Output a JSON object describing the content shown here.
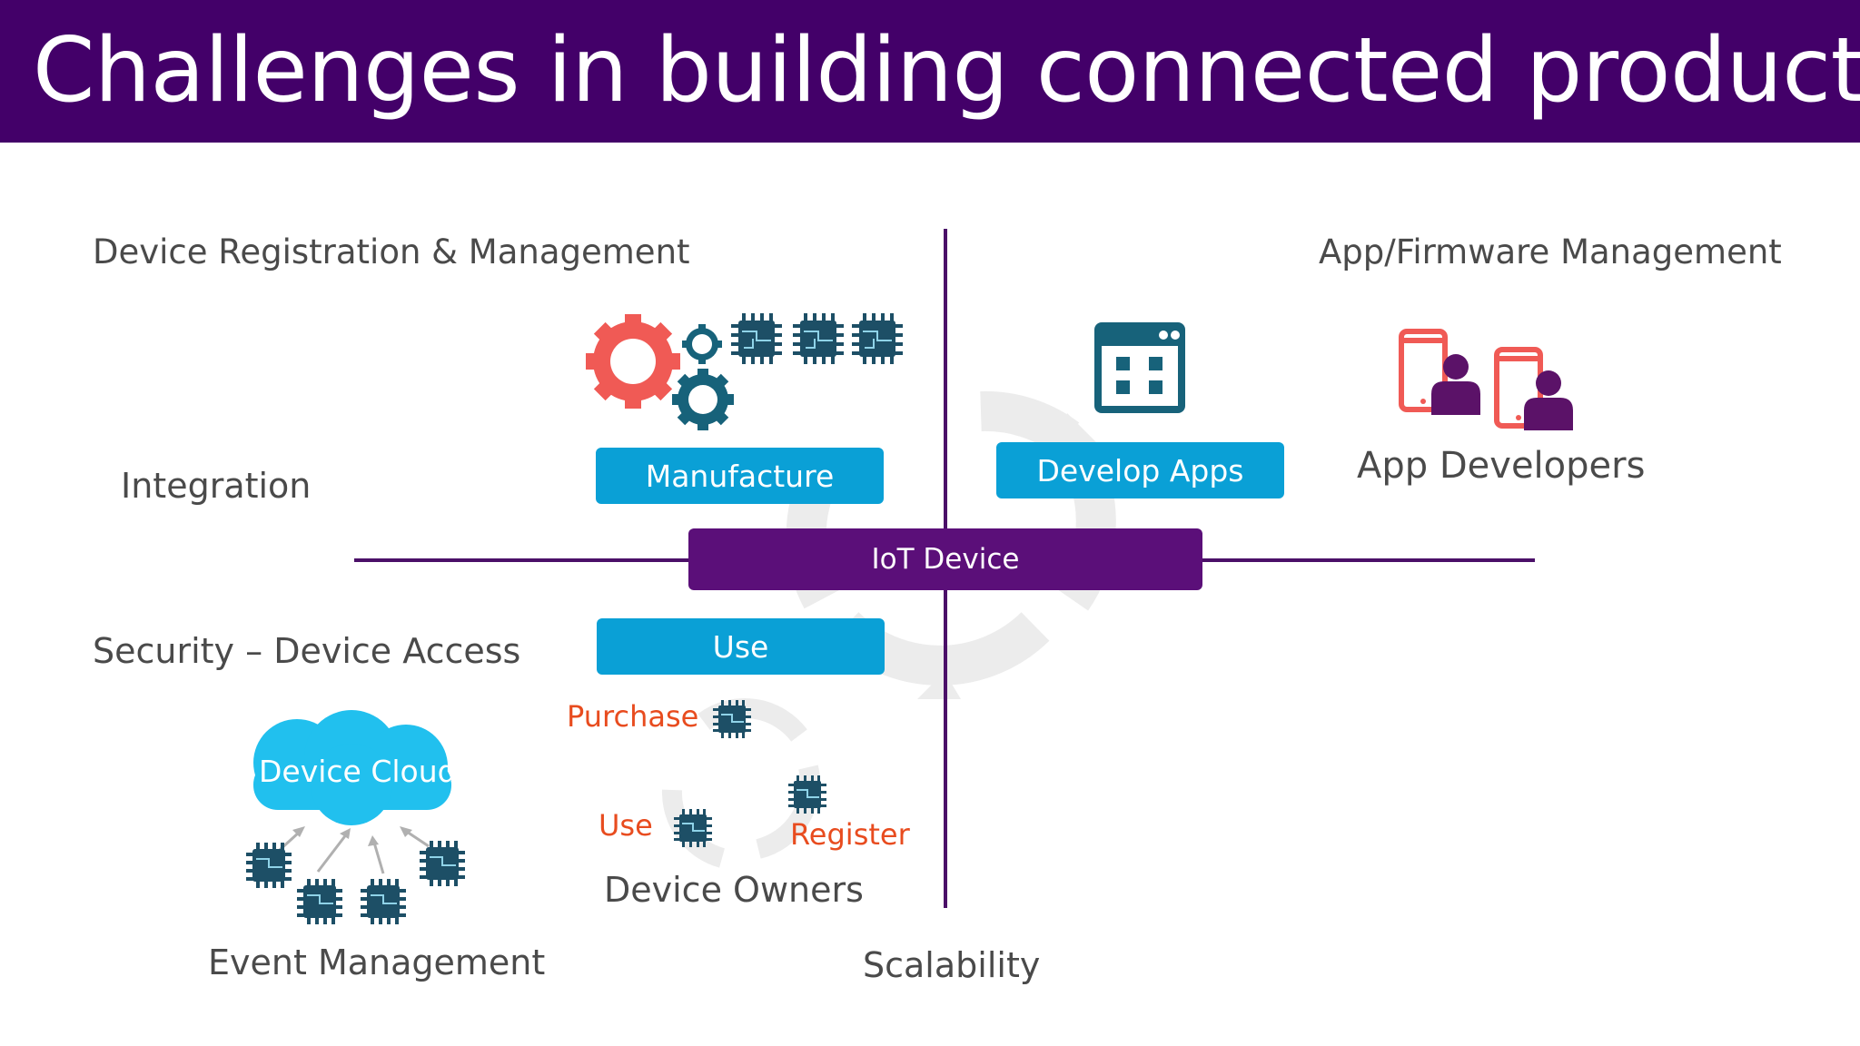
{
  "title": "Challenges in building connected products",
  "labels": {
    "device_registration": "Device Registration & Management",
    "app_firmware": "App/Firmware Management",
    "integration": "Integration",
    "security": "Security – Device Access",
    "event_management": "Event Management",
    "scalability": "Scalability",
    "app_developers": "App Developers",
    "device_owners": "Device Owners"
  },
  "buttons": {
    "manufacture": "Manufacture",
    "develop_apps": "Develop Apps",
    "iot_device": "IoT Device",
    "use": "Use",
    "device_cloud": "Device Cloud"
  },
  "cycle": {
    "purchase": "Purchase",
    "use": "Use",
    "register": "Register"
  },
  "colors": {
    "banner": "#430069",
    "accent_blue": "#0aa0d6",
    "iot_purple": "#5b0f79",
    "axis": "#4b1068",
    "gear_red": "#f05a55",
    "gear_teal": "#17627a",
    "chip": "#1d4f66",
    "cloud": "#21c0ee",
    "cycle_text": "#e84c1f"
  },
  "icons": [
    "gear-icon",
    "chip-icon",
    "app-window-icon",
    "phone-developer-icon",
    "cloud-icon"
  ]
}
